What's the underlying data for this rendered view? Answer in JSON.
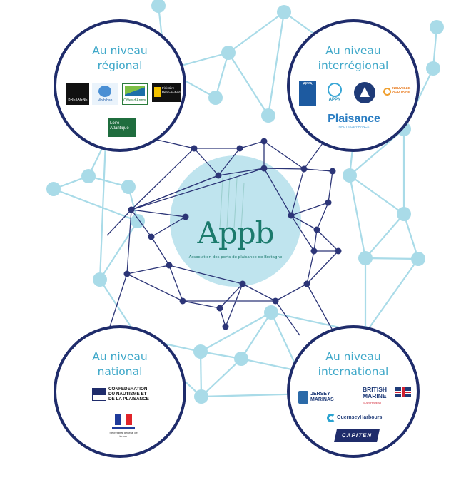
{
  "center": {
    "logo_text": "Appb",
    "subtitle": "Association des ports de plaisance de Bretagne"
  },
  "sections": {
    "regional": {
      "title_line1": "Au niveau",
      "title_line2": "régional",
      "logos": {
        "bretagne": "BRETAGNE",
        "morbihan": "Morbihan",
        "cotes": "Côtes d'Armor",
        "finistere": "Finistère Penn-ar-Bed",
        "loire": "Loire Atlantique"
      }
    },
    "interregional": {
      "title_line1": "Au niveau",
      "title_line2": "interrégional",
      "logos": {
        "appa": "APPA",
        "appn": "APPN",
        "atlantic": "NOUVELLE-AQUITAINE",
        "plaisance": "Plaisance",
        "plaisance_sub": "HAUTS-DE-FRANCE"
      }
    },
    "national": {
      "title_line1": "Au niveau",
      "title_line2": "national",
      "logos": {
        "confederation_l1": "CONFÉDÉRATION",
        "confederation_l2": "DU NAUTISME ET",
        "confederation_l3": "DE LA PLAISANCE",
        "secretariat": "Secrétariat général de la mer"
      }
    },
    "international": {
      "title_line1": "Au niveau",
      "title_line2": "international",
      "logos": {
        "jersey_l1": "JERSEY",
        "jersey_l2": "MARINAS",
        "british_l1": "BRITISH",
        "british_l2": "MARINE",
        "british_sub": "SOUTH WEST",
        "guernsey": "GuernseyHarbours",
        "capiten": "CAPITEN"
      }
    }
  },
  "colors": {
    "light_network": "#a9dbe8",
    "dark_network": "#2c3577",
    "circle_border": "#1f2c6b",
    "title": "#3fa8c9",
    "center_fill": "#bfe4ee",
    "center_logo": "#1b7a6c"
  }
}
